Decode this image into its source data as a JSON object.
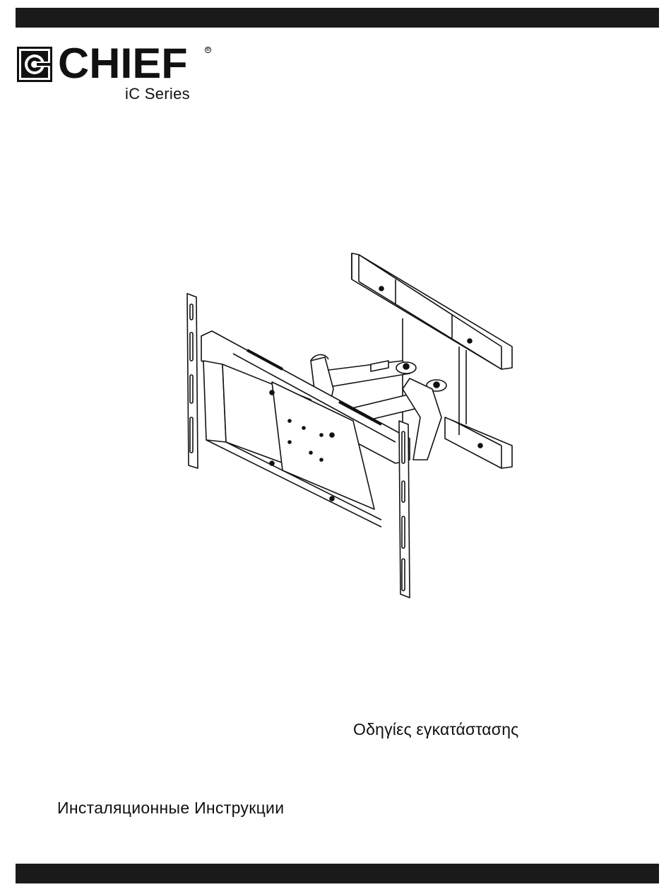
{
  "header": {
    "brand": "CHIEF",
    "registered_mark": "®",
    "series": "iC Series"
  },
  "illustration": {
    "icon": "wall-mount-bracket-icon"
  },
  "titles": {
    "greek": "Οδηγίες εγκατάστασης",
    "russian": "Инсталяционные Инструкции"
  },
  "colors": {
    "bar": "#1a1a1a",
    "ink": "#111111"
  }
}
